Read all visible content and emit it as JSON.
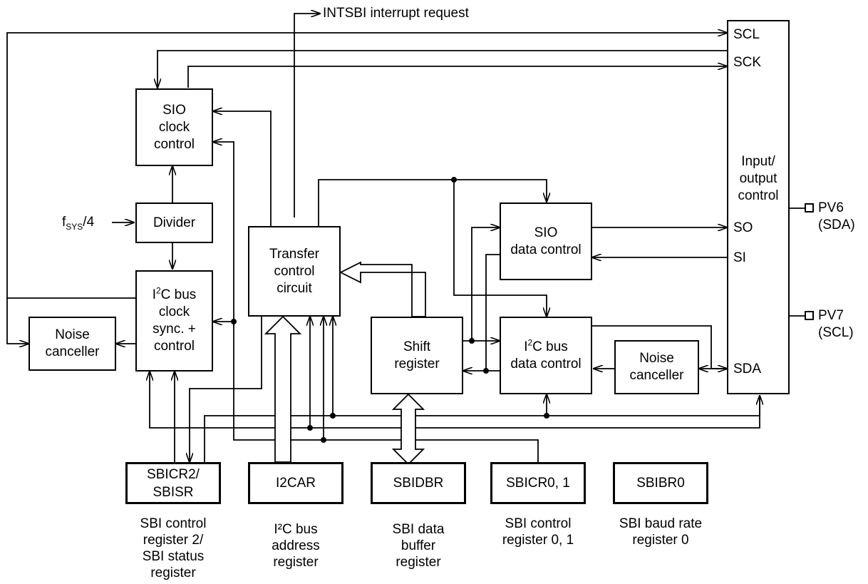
{
  "interrupt_label": "INTSBI interrupt request",
  "fsys_label": {
    "main": "f",
    "sub": "SYS",
    "suffix": "/4"
  },
  "blocks": {
    "sio_clock": [
      "SIO",
      "clock",
      "control"
    ],
    "divider": "Divider",
    "i2c_clock": {
      "l1_pre": "I",
      "l1_sup": "2",
      "l1_post": "C bus",
      "l2": "clock",
      "l3": "sync. +",
      "l4": "control"
    },
    "noise_left": [
      "Noise",
      "canceller"
    ],
    "transfer": [
      "Transfer",
      "control",
      "circuit"
    ],
    "shift": [
      "Shift",
      "register"
    ],
    "sio_data": [
      "SIO",
      "data control"
    ],
    "i2c_data": {
      "l1_pre": "I",
      "l1_sup": "2",
      "l1_post": "C bus",
      "l2": "data control"
    },
    "noise_right": [
      "Noise",
      "canceller"
    ],
    "io_control": {
      "title": [
        "Input/",
        "output",
        "control"
      ],
      "pins": {
        "scl": "SCL",
        "sck": "SCK",
        "so": "SO",
        "si": "SI",
        "sda": "SDA"
      }
    }
  },
  "ports": {
    "pv6": [
      "PV6",
      "(SDA)"
    ],
    "pv7": [
      "PV7",
      "(SCL)"
    ]
  },
  "registers": [
    {
      "name": [
        "SBICR2/",
        "SBISR"
      ],
      "caption": [
        "SBI control",
        "register 2/",
        "SBI status",
        "register"
      ]
    },
    {
      "name": [
        "I2CAR"
      ],
      "caption": [
        "I²C bus",
        "address",
        "register"
      ]
    },
    {
      "name": [
        "SBIDBR"
      ],
      "caption": [
        "SBI data",
        "buffer",
        "register"
      ]
    },
    {
      "name": [
        "SBICR0, 1"
      ],
      "caption": [
        "SBI control",
        "register 0, 1"
      ]
    },
    {
      "name": [
        "SBIBR0"
      ],
      "caption": [
        "SBI baud rate",
        "register 0"
      ]
    }
  ]
}
